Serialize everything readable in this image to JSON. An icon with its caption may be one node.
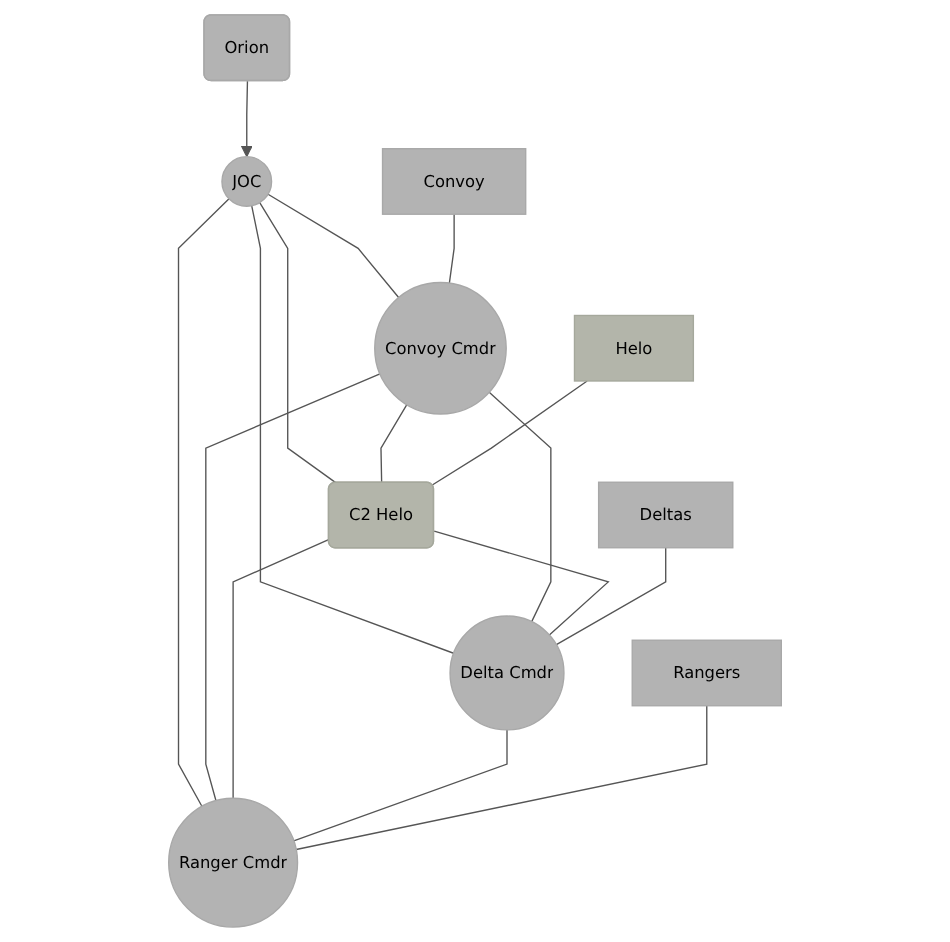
{
  "diagram": {
    "nodes": [
      {
        "text": [
          "Orion"
        ]
      },
      {
        "text": [
          "JOC"
        ]
      },
      {
        "text": [
          "Helo"
        ]
      },
      {
        "text": [
          "Convoy"
        ]
      },
      {
        "text": [
          "C2 Helo"
        ]
      },
      {
        "text": [
          "Convoy Cmdr"
        ]
      },
      {
        "text": [
          "Ranger Cmdr"
        ]
      },
      {
        "text": [
          "Delta Cmdr"
        ]
      },
      {
        "text": [
          "Rangers"
        ]
      },
      {
        "text": [
          "Deltas"
        ]
      }
    ],
    "edges": [
      {
        "from": 0,
        "to": 1,
        "arrow": "to"
      },
      {
        "from": 1,
        "to": 5,
        "arrow": "none"
      },
      {
        "from": 1,
        "to": 4,
        "arrow": "none"
      },
      {
        "from": 1,
        "to": 7,
        "arrow": "none"
      },
      {
        "from": 1,
        "to": 6,
        "arrow": "none"
      },
      {
        "from": 5,
        "to": 4,
        "arrow": "none"
      },
      {
        "from": 5,
        "to": 7,
        "arrow": "none"
      },
      {
        "from": 5,
        "to": 6,
        "arrow": "none"
      },
      {
        "from": 4,
        "to": 7,
        "arrow": "none"
      },
      {
        "from": 4,
        "to": 6,
        "arrow": "none"
      },
      {
        "from": 7,
        "to": 6,
        "arrow": "none"
      },
      {
        "from": 3,
        "to": 5,
        "arrow": "none"
      },
      {
        "from": 2,
        "to": 4,
        "arrow": "none"
      },
      {
        "from": 9,
        "to": 7,
        "arrow": "none"
      },
      {
        "from": 8,
        "to": 6,
        "arrow": "none"
      }
    ]
  }
}
